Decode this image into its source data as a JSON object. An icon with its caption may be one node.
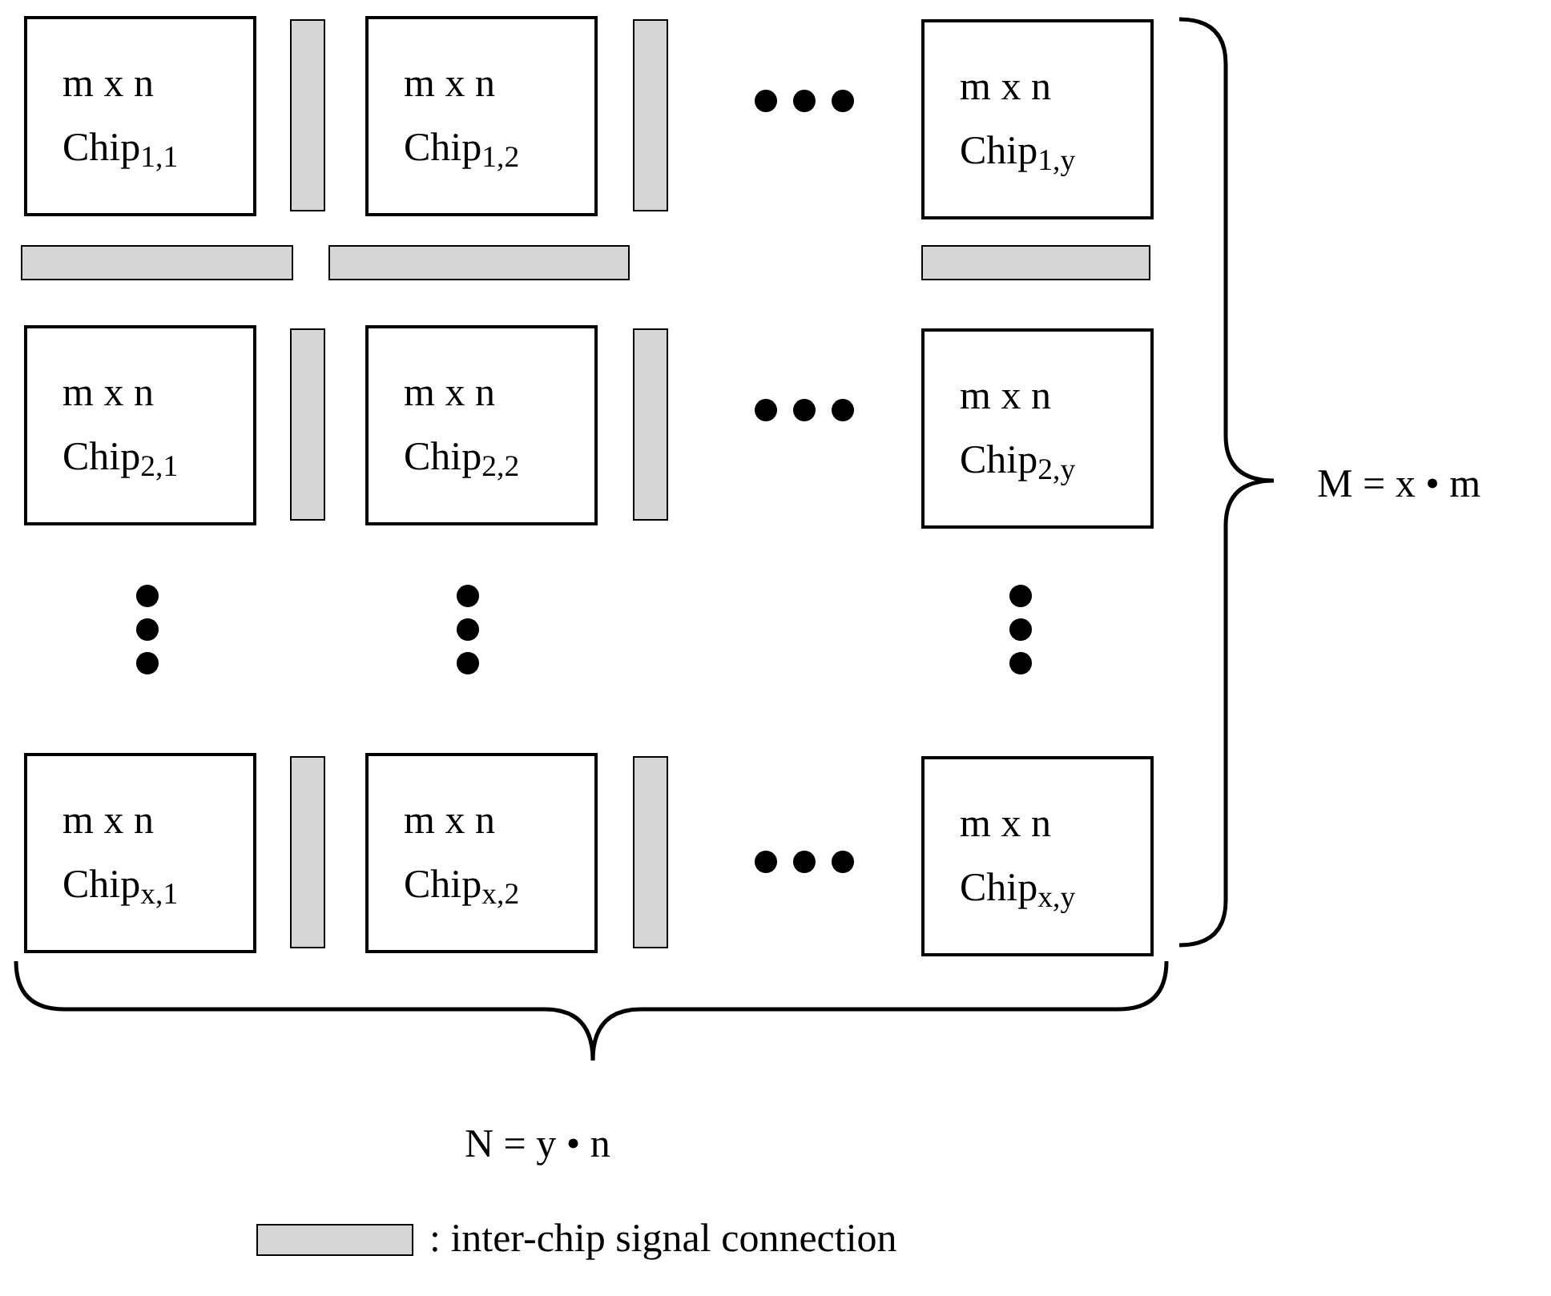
{
  "diagram": {
    "nodes": [
      {
        "text": [
          "m x n",
          "Chip$_{1,1}$"
        ]
      },
      {
        "text": [
          "m x n",
          "Chip$_{1,2}$"
        ]
      },
      {
        "text": [
          "m x n",
          "Chip$_{1,y}$"
        ]
      },
      {
        "text": [
          "m x n",
          "Chip$_{2,1}$"
        ]
      },
      {
        "text": [
          "m x n",
          "Chip$_{2,2}$"
        ]
      },
      {
        "text": [
          "m x n",
          "Chip$_{2,y}$"
        ]
      },
      {
        "text": [
          "m x n",
          "Chip$_{x,1}$"
        ]
      },
      {
        "text": [
          "m x n",
          "Chip$_{x,2}$"
        ]
      },
      {
        "text": [
          "m x n",
          "Chip$_{x,y}$"
        ]
      },
      {
        "text": [],
        "shape": "bar"
      },
      {
        "text": [],
        "shape": "bar"
      },
      {
        "text": [],
        "shape": "bar"
      },
      {
        "text": [],
        "shape": "bar"
      },
      {
        "text": [],
        "shape": "bar"
      },
      {
        "text": [],
        "shape": "bar"
      },
      {
        "text": [],
        "shape": "bar"
      },
      {
        "text": [],
        "shape": "bar"
      },
      {
        "text": [],
        "shape": "bar"
      }
    ],
    "labels": [
      "M = x • m",
      "N = y • n"
    ],
    "legend": [
      {
        "text": ": inter-chip signal connection",
        "color": "#d6d6d6"
      }
    ]
  }
}
